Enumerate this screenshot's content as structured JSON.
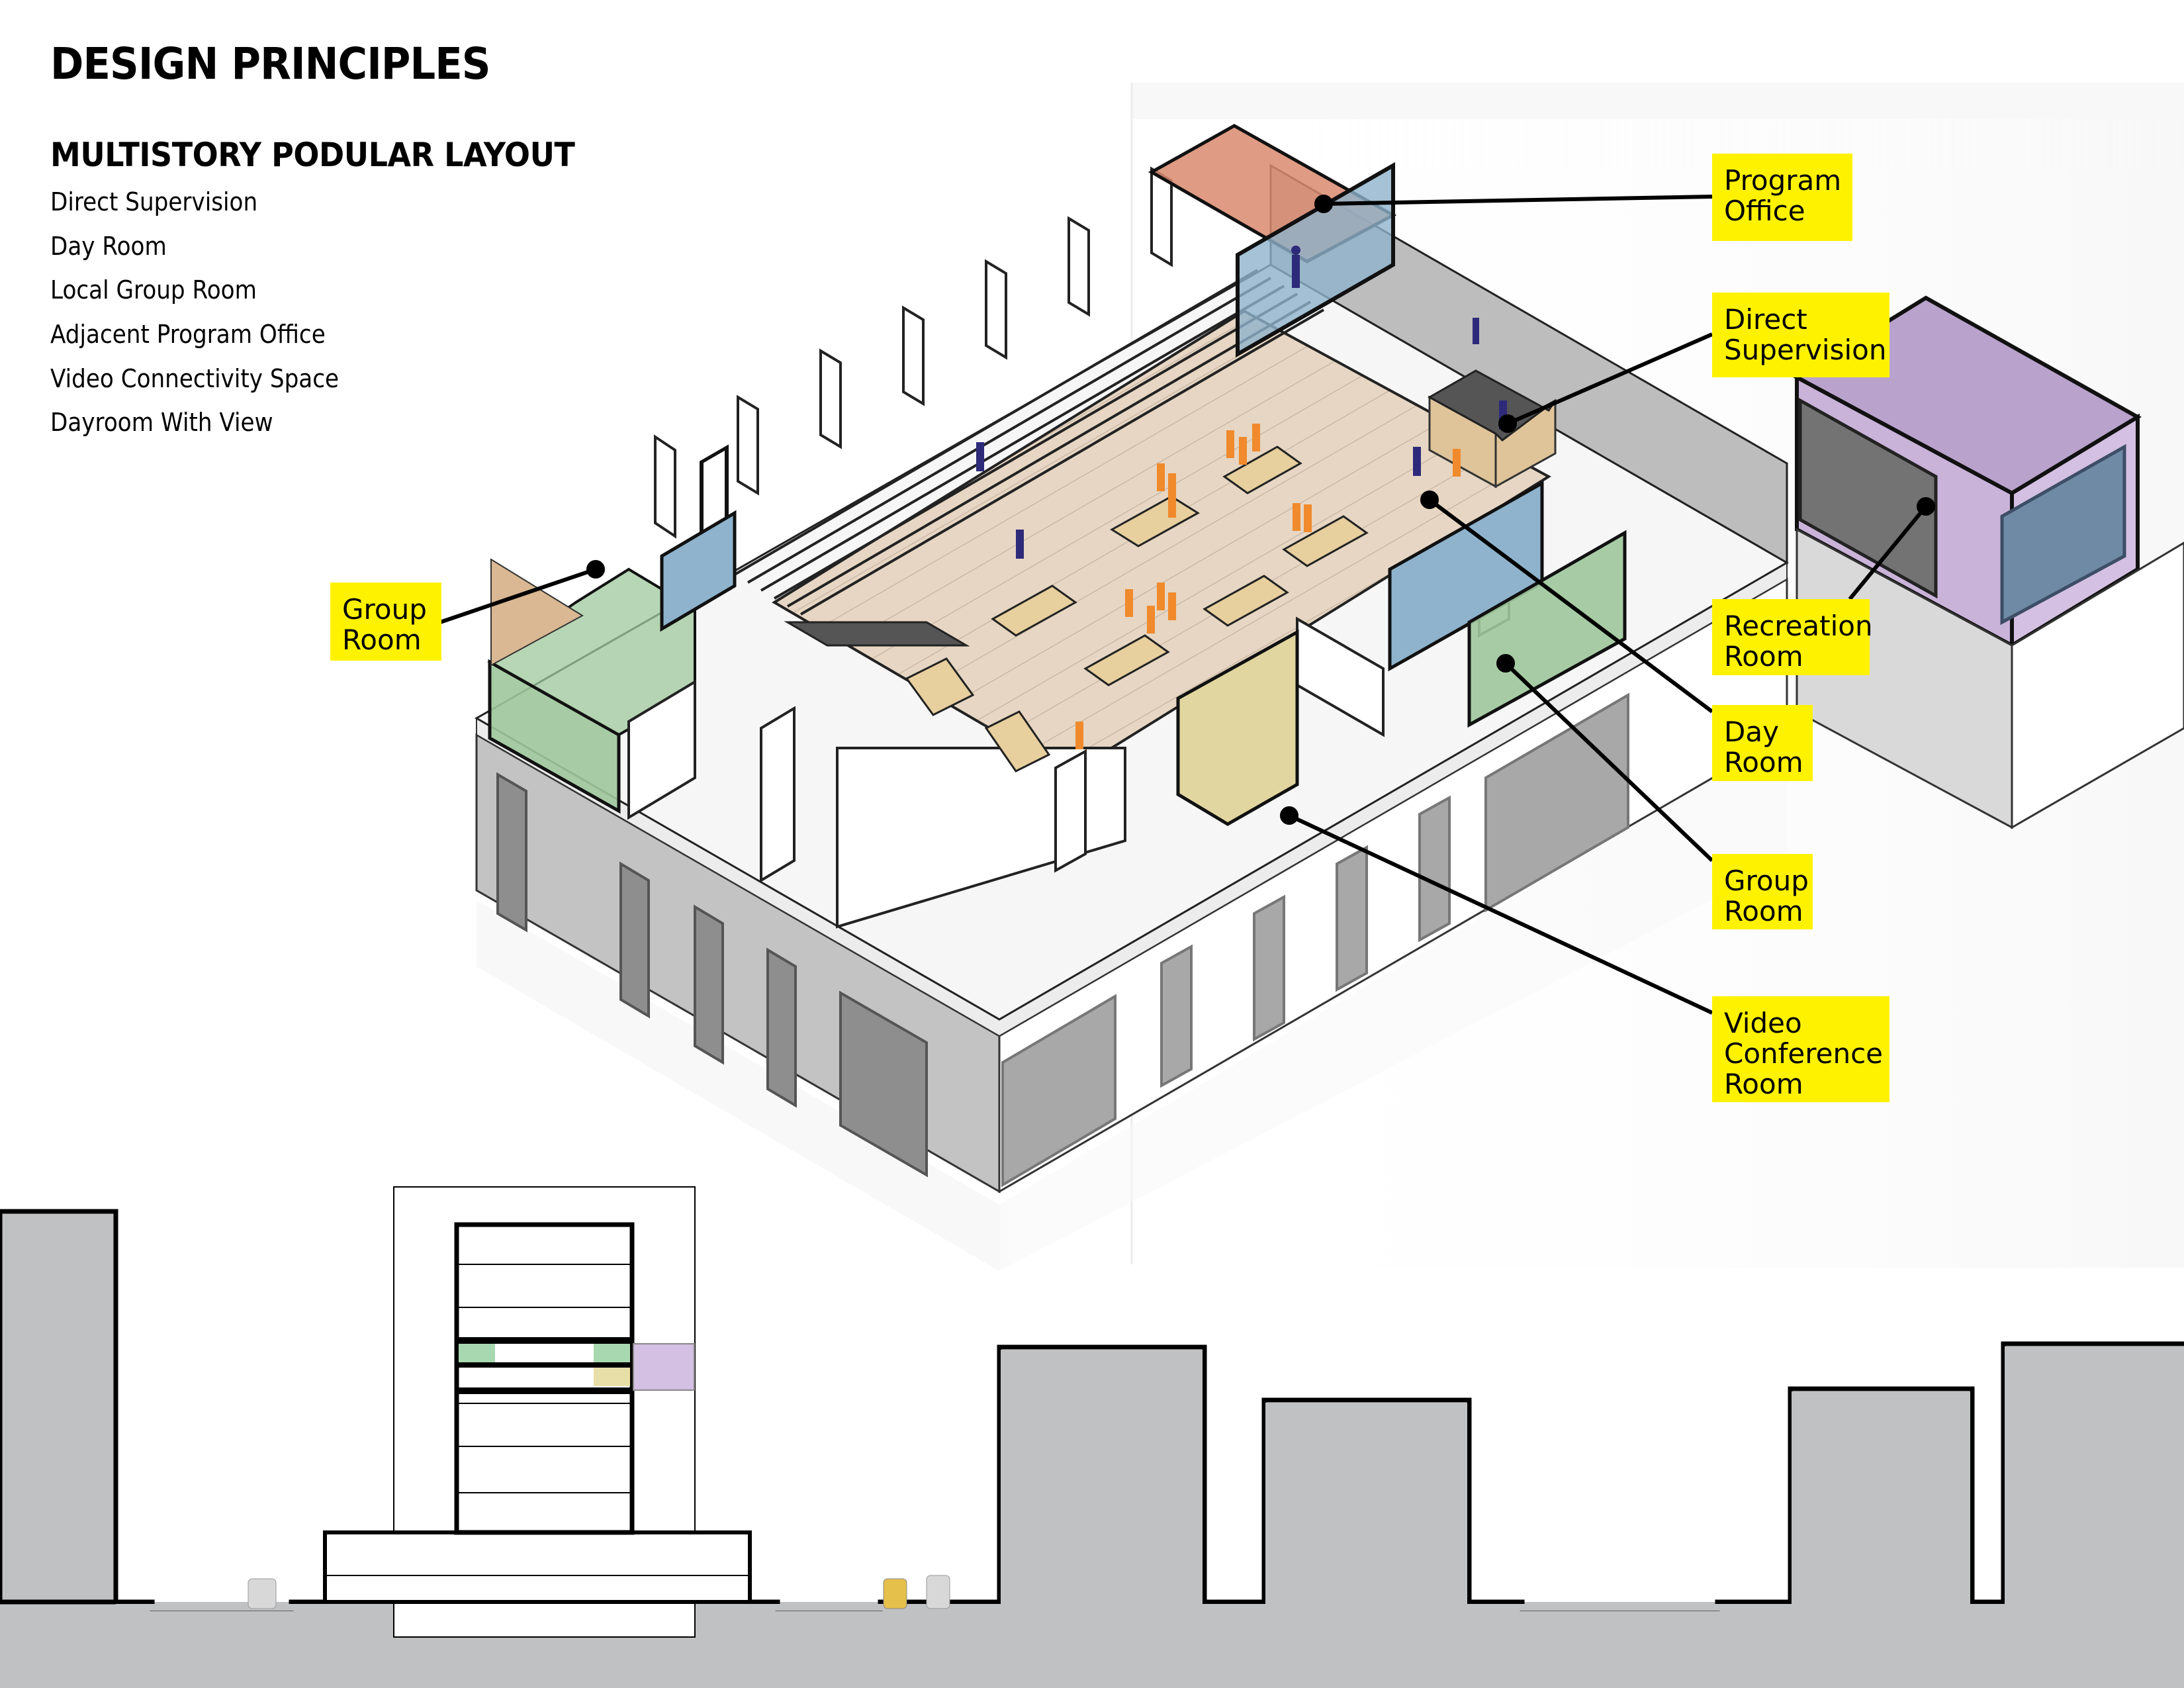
{
  "header": {
    "title": "DESIGN PRINCIPLES",
    "subtitle": "MULTISTORY PODULAR LAYOUT"
  },
  "principles": [
    "Direct Supervision",
    "Day Room",
    "Local Group Room",
    "Adjacent Program Office",
    "Video Connectivity Space",
    "Dayroom With View"
  ],
  "callouts": [
    {
      "id": "program-office",
      "text": "Program\nOffice"
    },
    {
      "id": "direct-supervision",
      "text": "Direct\nSupervision"
    },
    {
      "id": "recreation-room",
      "text": "Recreation\nRoom"
    },
    {
      "id": "day-room",
      "text": "Day\nRoom"
    },
    {
      "id": "group-room-right",
      "text": "Group\nRoom"
    },
    {
      "id": "video-conference-room",
      "text": "Video\nConference\nRoom"
    },
    {
      "id": "group-room-left",
      "text": "Group\nRoom"
    }
  ],
  "colors": {
    "label_yellow": "#fff200",
    "program_office": "#d98a6e",
    "recreation_purple": "#c9b3d9",
    "group_room_green": "#9fc89c",
    "video_conf_yellow": "#e2d6a0",
    "glass_blue": "#8fb3cc",
    "floor_wood": "#e3d3c0",
    "section_gray": "#c0c1c3",
    "inmate_orange": "#f08a2c",
    "officer_navy": "#2e2a7a"
  }
}
